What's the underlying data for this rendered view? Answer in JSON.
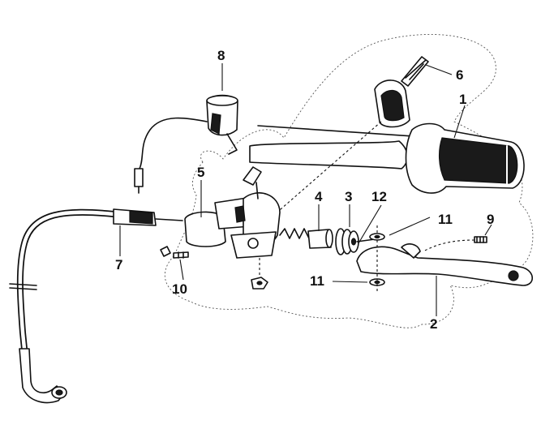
{
  "callouts": [
    "1",
    "2",
    "3",
    "4",
    "5",
    "6",
    "7",
    "8",
    "9",
    "10",
    "11",
    "11",
    "12"
  ],
  "colors": {
    "ink": "#111111",
    "paper": "#ffffff"
  }
}
